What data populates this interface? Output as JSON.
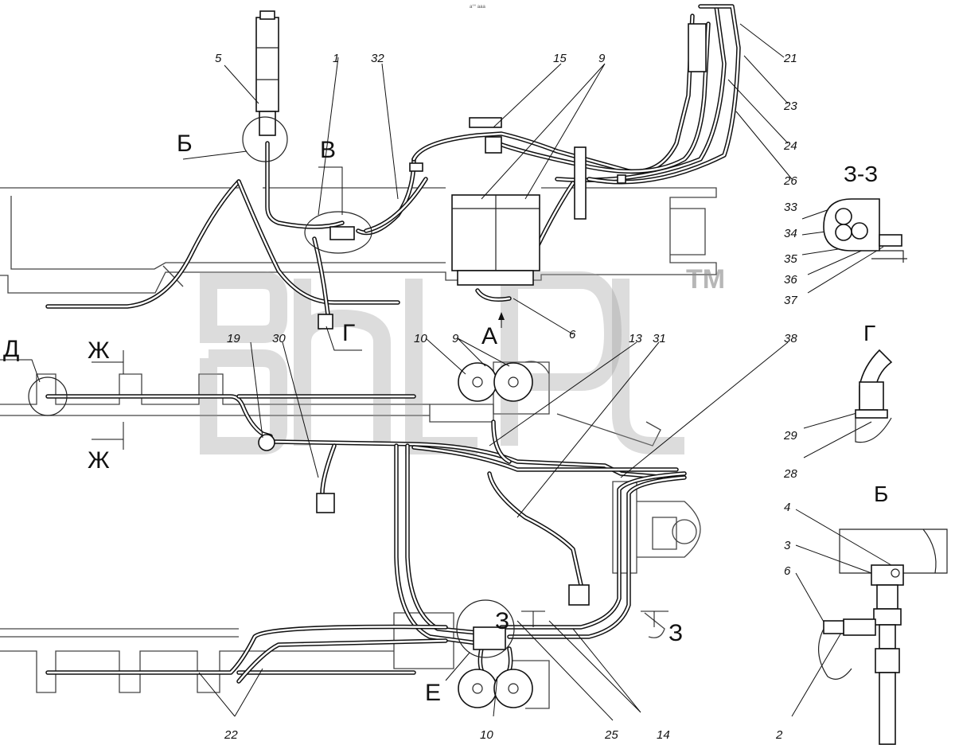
{
  "header_note": "а°° ааа",
  "watermark": {
    "trademark": "TM"
  },
  "callouts": [
    "1",
    "2",
    "3",
    "4",
    "5",
    "6",
    "6",
    "9",
    "9",
    "10",
    "10",
    "13",
    "14",
    "15",
    "19",
    "21",
    "22",
    "23",
    "24",
    "25",
    "26",
    "28",
    "29",
    "30",
    "31",
    "32",
    "33",
    "34",
    "35",
    "36",
    "37",
    "38"
  ],
  "detail_markers": {
    "b_main": "Б",
    "v": "В",
    "g_main": "Г",
    "d": "Д",
    "zh_top": "Ж",
    "zh_bottom": "Ж",
    "a": "А",
    "z_left": "З",
    "z_right": "З",
    "e": "Е"
  },
  "section_titles": {
    "z_z": "З-З",
    "g": "Г",
    "b": "Б"
  }
}
